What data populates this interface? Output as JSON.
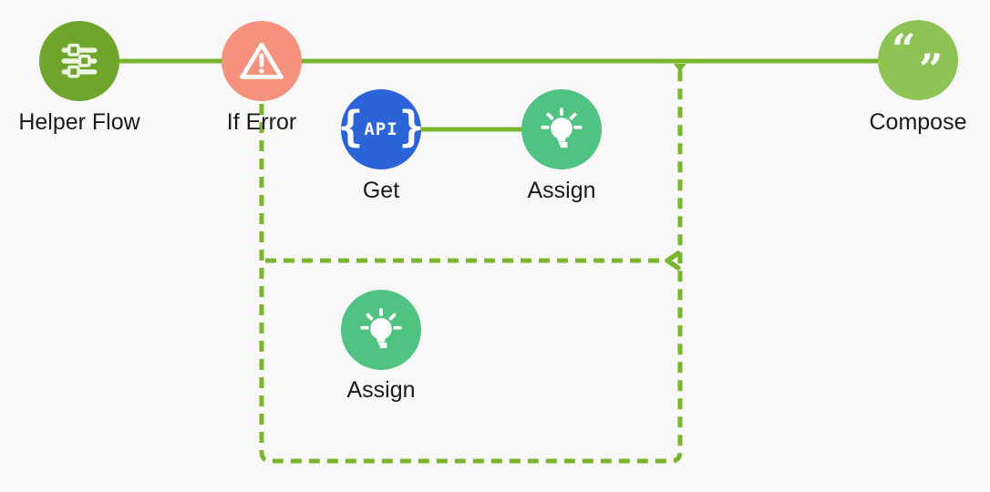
{
  "canvas": {
    "background": "#f8f8f8"
  },
  "colors": {
    "connector": "#79b62e",
    "label": "#1b1b1b"
  },
  "nodes": [
    {
      "id": "helper-flow",
      "label": "Helper Flow",
      "icon_name": "sliders-icon",
      "color": "#6fa52b"
    },
    {
      "id": "if-error",
      "label": "If Error",
      "icon_name": "warning-triangle-icon",
      "color": "#f5917d"
    },
    {
      "id": "get",
      "label": "Get",
      "icon_name": "api-braces-icon",
      "color": "#2b63d9",
      "icon_glyphs": {
        "open": "{",
        "text": "API",
        "close": "}"
      }
    },
    {
      "id": "assign-1",
      "label": "Assign",
      "icon_name": "lightbulb-icon",
      "color": "#50c282"
    },
    {
      "id": "assign-2",
      "label": "Assign",
      "icon_name": "lightbulb-icon",
      "color": "#50c282"
    },
    {
      "id": "compose",
      "label": "Compose",
      "icon_name": "double-quotes-icon",
      "color": "#8ec356",
      "icon_glyphs": {
        "open": "“",
        "close": "”"
      }
    }
  ]
}
